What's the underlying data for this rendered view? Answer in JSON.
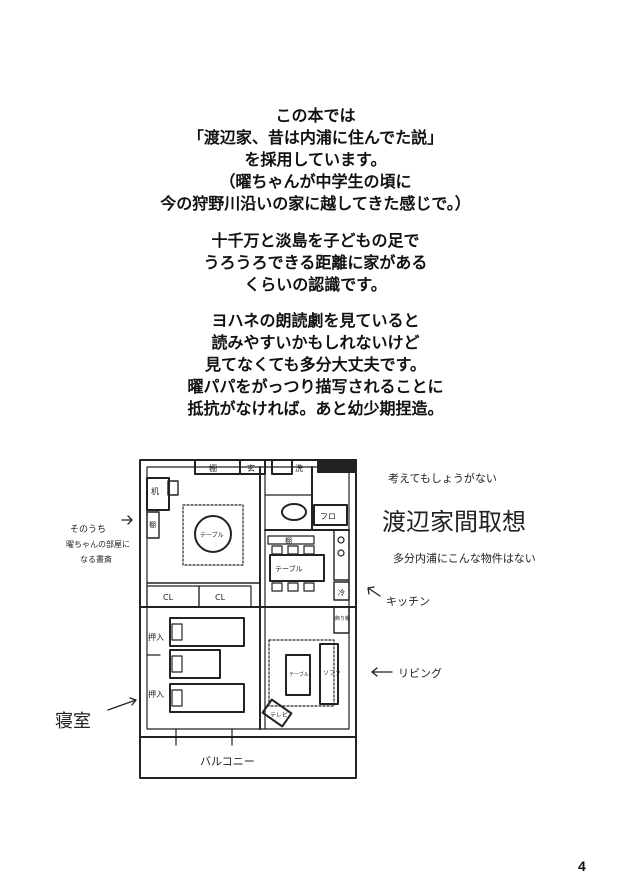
{
  "intro_lines": [
    "この本では",
    "「渡辺家、昔は内浦に住んでた説」",
    "を採用しています。",
    "（曜ちゃんが中学生の頃に",
    "今の狩野川沿いの家に越してきた感じで。）"
  ],
  "distance_lines": [
    "十千万と淡島を子どもの足で",
    "うろうろできる距離に家がある",
    "くらいの認識です。"
  ],
  "note_lines": [
    "ヨハネの朗読劇を見ていると",
    "読みやすいかもしれないけど",
    "見てなくても多分大丈夫です。",
    "曜パパをがっつり描写されることに",
    "抵抗がなければ。あと幼少期捏造。"
  ],
  "sketch": {
    "heading_small": "考えてもしょうがない",
    "heading": "渡辺家間取想",
    "subnote": "多分内浦にこんな物件はない",
    "label_kitchen": "キッチン",
    "label_living": "リビング",
    "label_bedroom": "寝室",
    "label_bookroom": [
      "そのうち",
      "曜ちゃんの部屋に",
      "なる書斎"
    ],
    "label_balcony": "バルコニー",
    "room_desk": "机",
    "room_shelf": "棚",
    "room_table_study": "テーブル",
    "room_cl1": "CL",
    "room_cl2": "CL",
    "room_shelf_top": "棚",
    "room_entrance": "玄",
    "room_wash": "洗",
    "room_bath": "フロ",
    "room_kitchen_shelf": "棚",
    "room_dining_table": "テーブル",
    "room_fridge": "冷",
    "room_tv_stand": "飾り棚",
    "room_living_table": "テーブル",
    "room_sofa": "ソファ",
    "room_tv": "テレビ",
    "room_closet1": "押入",
    "room_closet2": "押入"
  },
  "page_number": "4"
}
